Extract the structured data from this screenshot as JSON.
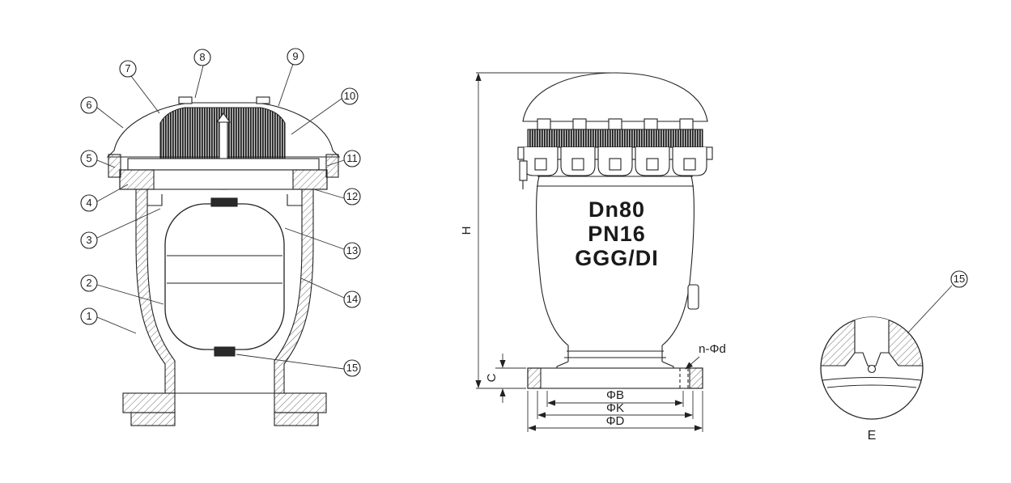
{
  "sectional_view": {
    "callouts": {
      "n1": "1",
      "n2": "2",
      "n3": "3",
      "n4": "4",
      "n5": "5",
      "n6": "6",
      "n7": "7",
      "n8": "8",
      "n9": "9",
      "n10": "10",
      "n11": "11",
      "n12": "12",
      "n13": "13",
      "n14": "14",
      "n15": "15"
    }
  },
  "front_view": {
    "spec_line1": "Dn80",
    "spec_line2": "PN16",
    "spec_line3": "GGG/DI",
    "dim_height": "H",
    "dim_flange_thickness": "C",
    "dim_bolt_holes": "n-Φd",
    "dim_b": "ΦB",
    "dim_k": "ΦK",
    "dim_d": "ΦD"
  },
  "detail_view": {
    "callout": "15",
    "label": "E"
  }
}
